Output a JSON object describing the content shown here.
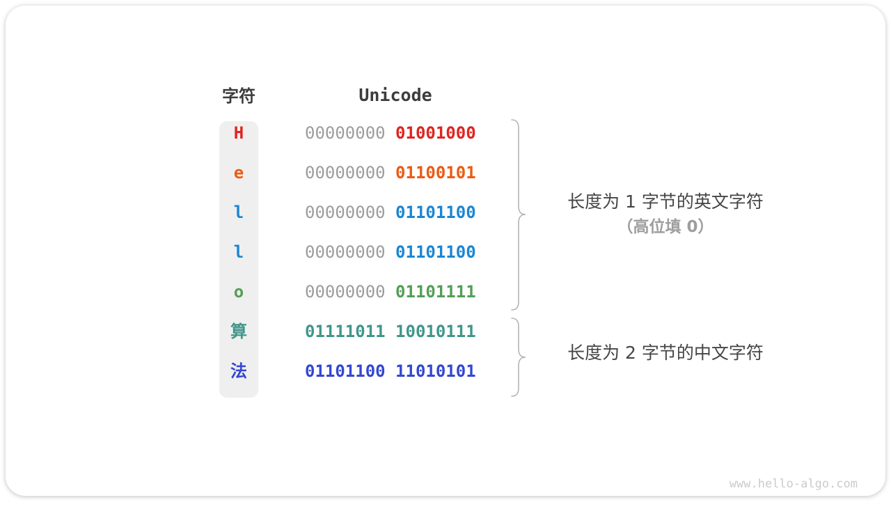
{
  "headers": {
    "char_col": "字符",
    "unicode_col": "Unicode"
  },
  "rows": [
    {
      "char": "H",
      "color": "#e02420",
      "high_byte": "00000000",
      "low_byte": "01001000",
      "high_byte_muted": true
    },
    {
      "char": "e",
      "color": "#ec5b13",
      "high_byte": "00000000",
      "low_byte": "01100101",
      "high_byte_muted": true
    },
    {
      "char": "l",
      "color": "#1b86d3",
      "high_byte": "00000000",
      "low_byte": "01101100",
      "high_byte_muted": true
    },
    {
      "char": "l",
      "color": "#1b86d3",
      "high_byte": "00000000",
      "low_byte": "01101100",
      "high_byte_muted": true
    },
    {
      "char": "o",
      "color": "#539e57",
      "high_byte": "00000000",
      "low_byte": "01101111",
      "high_byte_muted": true
    },
    {
      "char": "算",
      "color": "#40968a",
      "high_byte": "01111011",
      "low_byte": "10010111",
      "high_byte_muted": false
    },
    {
      "char": "法",
      "color": "#3347d2",
      "high_byte": "01101100",
      "low_byte": "11010101",
      "high_byte_muted": false
    }
  ],
  "annotations": {
    "group1_line1": "长度为 1 字节的英文字符",
    "group1_line2": "（高位填 0）",
    "group2_line1": "长度为 2 字节的中文字符"
  },
  "watermark": "www.hello-algo.com",
  "colors": {
    "muted_byte": "#9c9c9c",
    "header_text": "#3d3d3d",
    "annotation_primary": "#454545",
    "annotation_secondary": "#9e9e9e",
    "brace": "#b3b3b3",
    "chip_bg": "#efefef",
    "watermark": "#cbcbcb",
    "card_bg": "#ffffff"
  }
}
